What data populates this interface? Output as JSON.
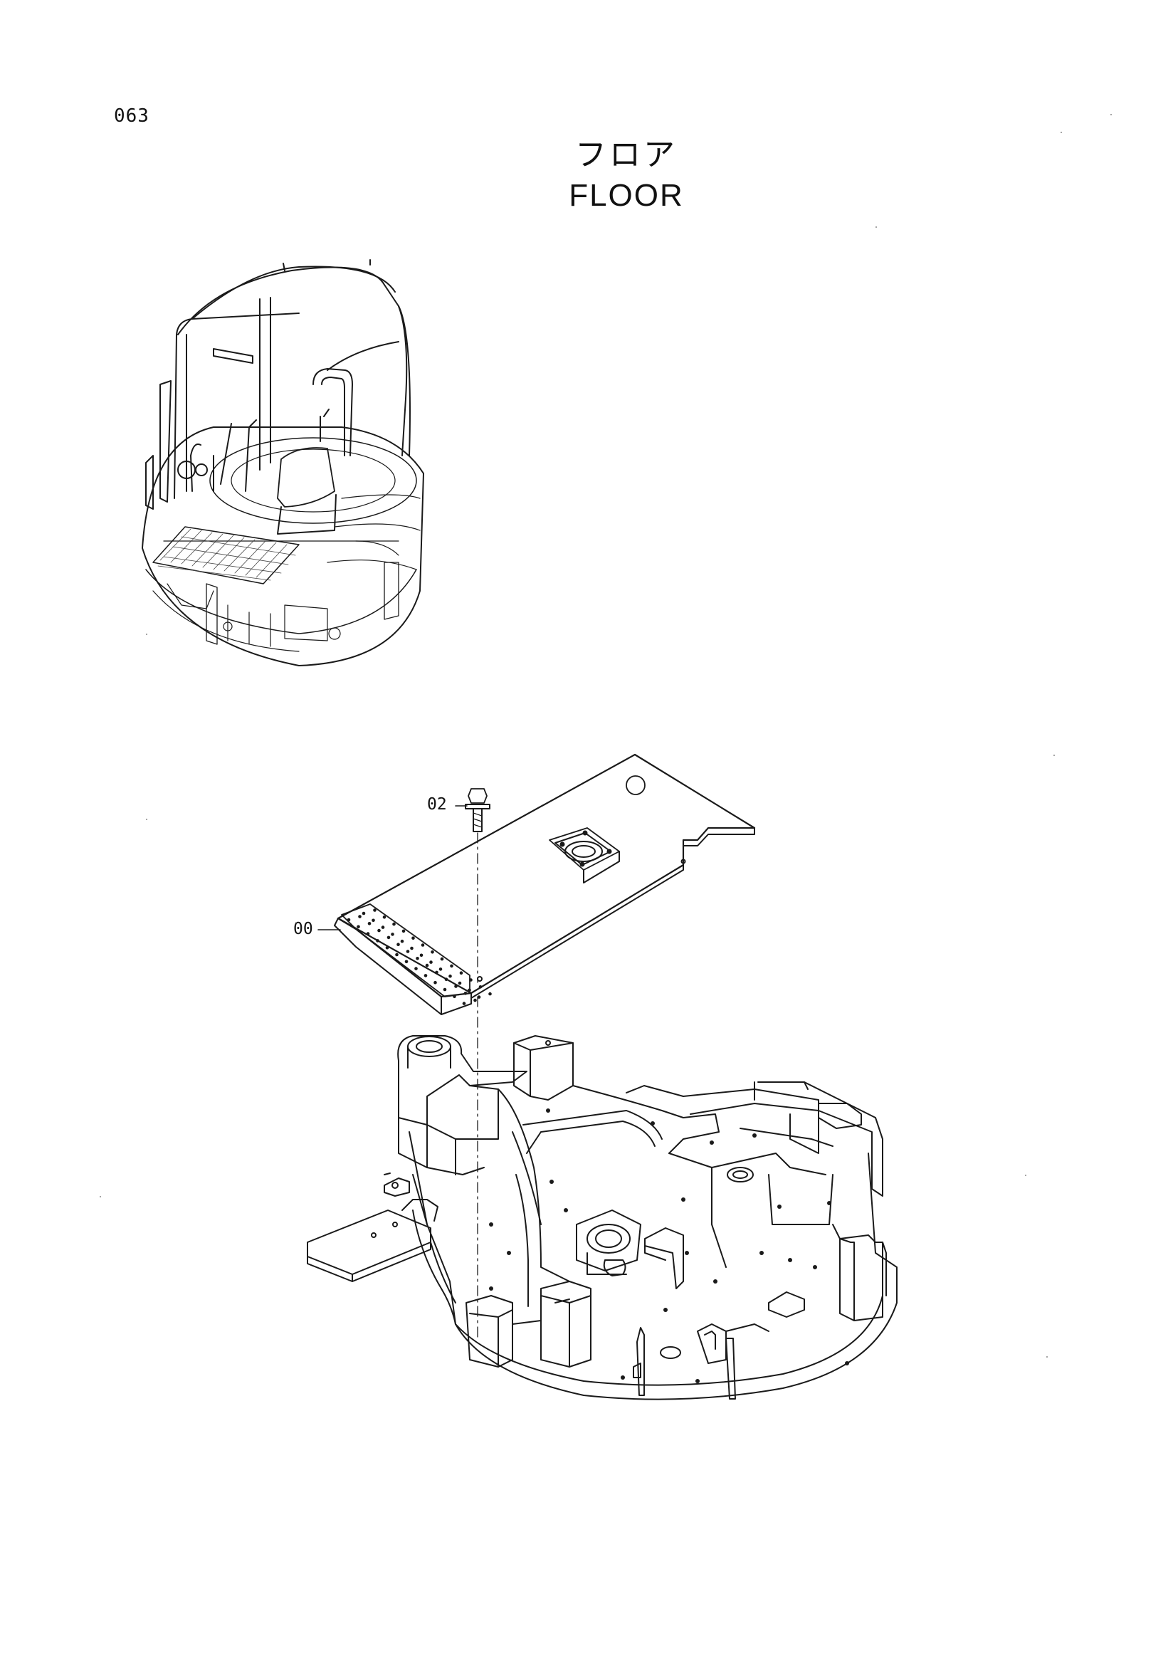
{
  "page": {
    "number": "063",
    "title_jp": "フロア",
    "title_en": "FLOOR"
  },
  "callouts": [
    {
      "label": "02",
      "part": "bolt"
    },
    {
      "label": "00",
      "part": "floor plate"
    }
  ]
}
